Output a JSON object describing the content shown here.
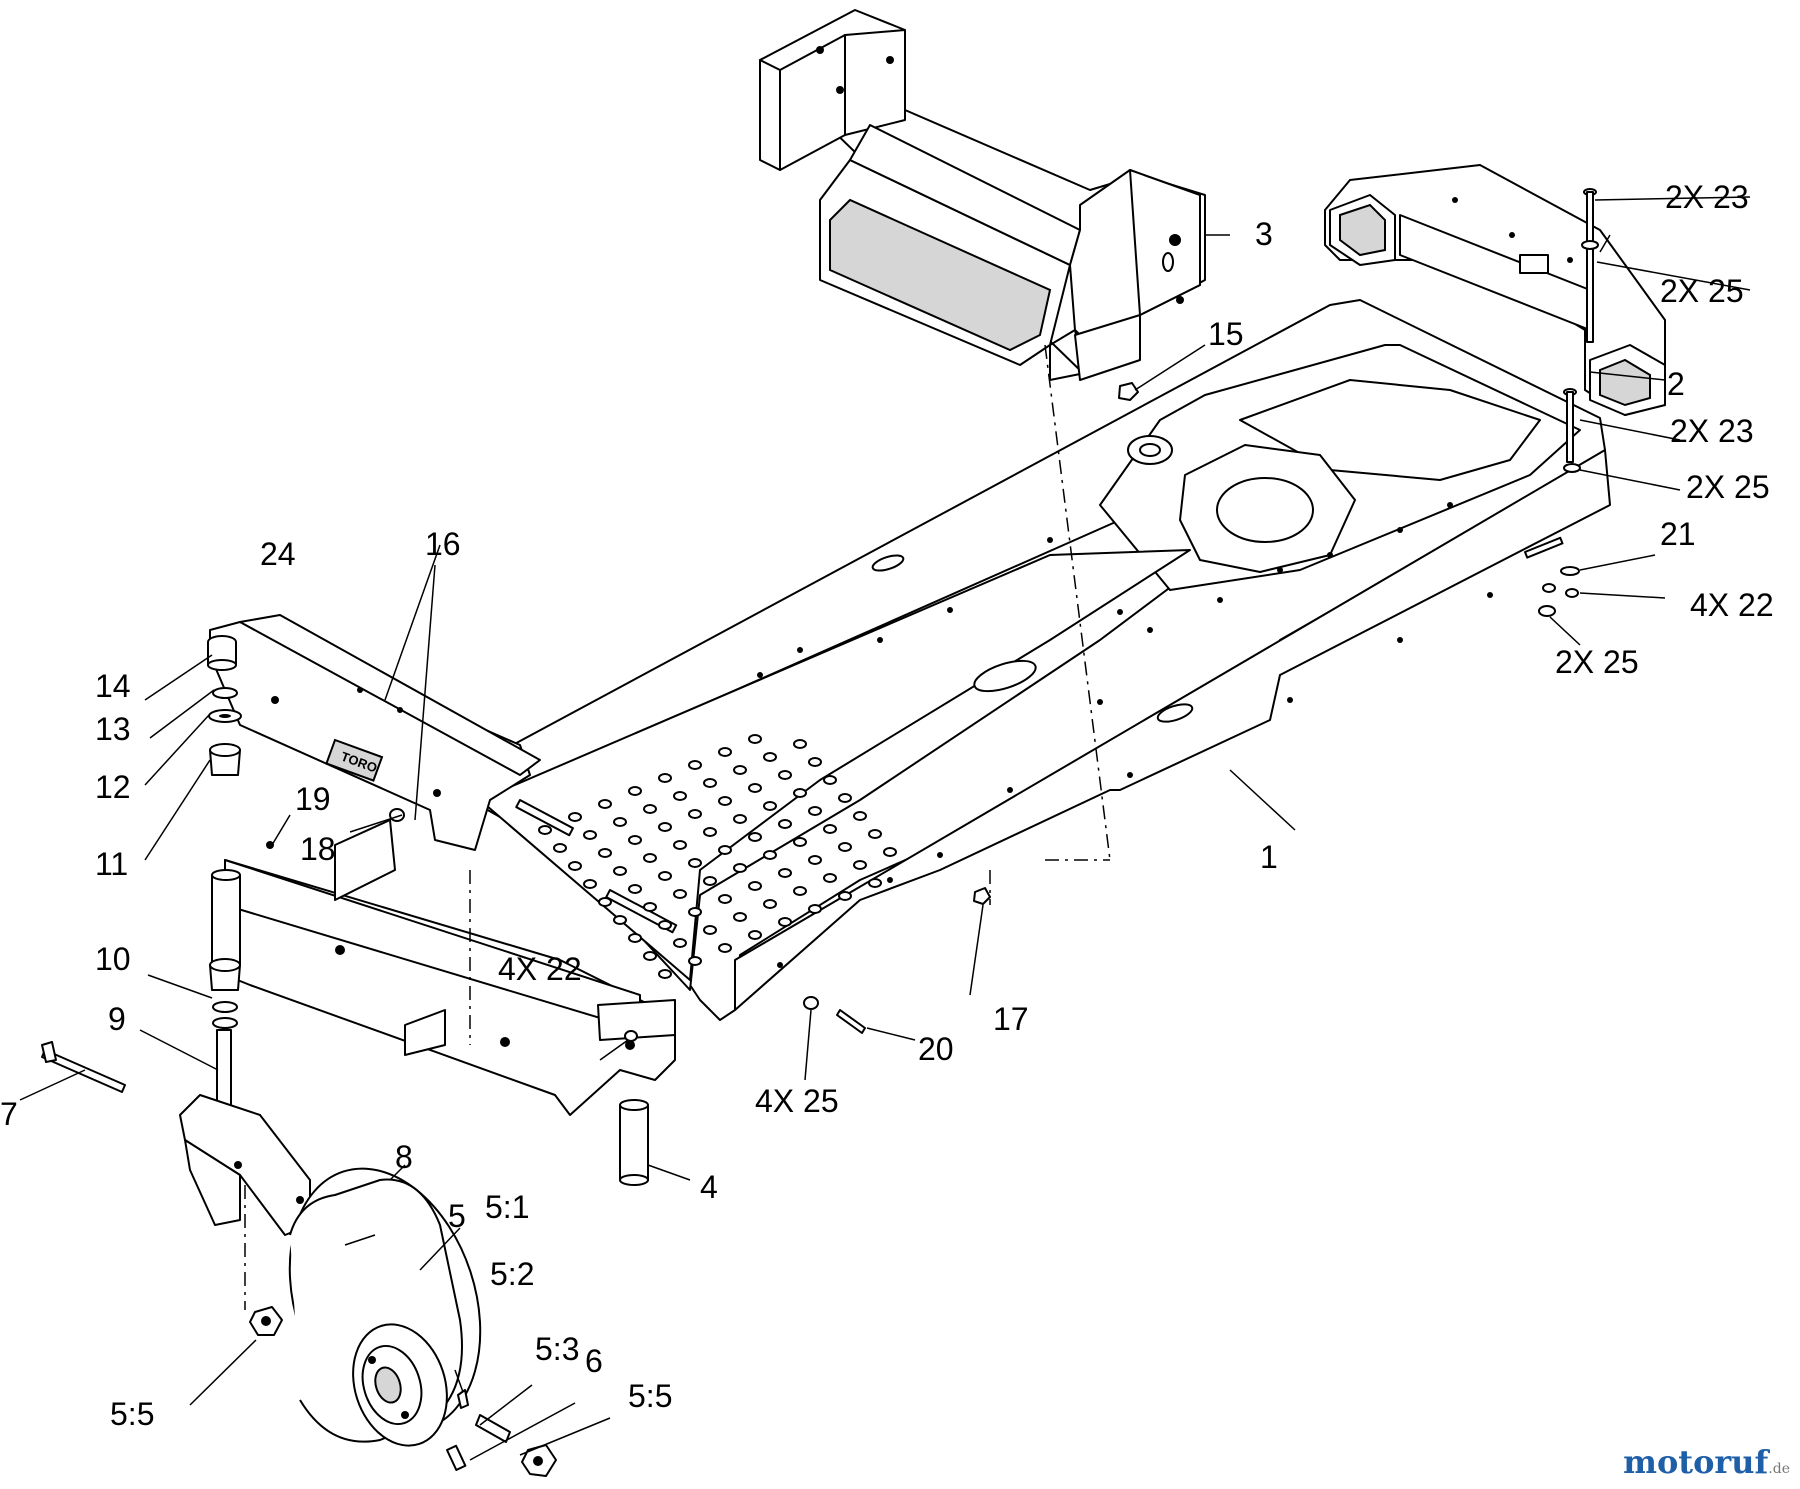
{
  "callouts": {
    "c1": "1",
    "c2": "2",
    "c3": "3",
    "c4": "4",
    "c5": "5",
    "c5_1": "5:1",
    "c5_2": "5:2",
    "c5_3": "5:3",
    "c5_5a": "5:5",
    "c5_5b": "5:5",
    "c6": "6",
    "c7": "7",
    "c8": "8",
    "c9": "9",
    "c10": "10",
    "c11": "11",
    "c12": "12",
    "c13": "13",
    "c14": "14",
    "c15": "15",
    "c16": "16",
    "c17": "17",
    "c18": "18",
    "c19": "19",
    "c20": "20",
    "c21": "21",
    "c24": "24",
    "c2x23a": "2X 23",
    "c2x25a": "2X 25",
    "c2x23b": "2X 23",
    "c2x25b": "2X 25",
    "c4x22a": "4X 22",
    "c2x25c": "2X 25",
    "c4x22b": "4X 22",
    "c4x25": "4X 25"
  },
  "plate_text": "TORO",
  "watermark": {
    "brand": "motoruf",
    "tld": ".de"
  }
}
